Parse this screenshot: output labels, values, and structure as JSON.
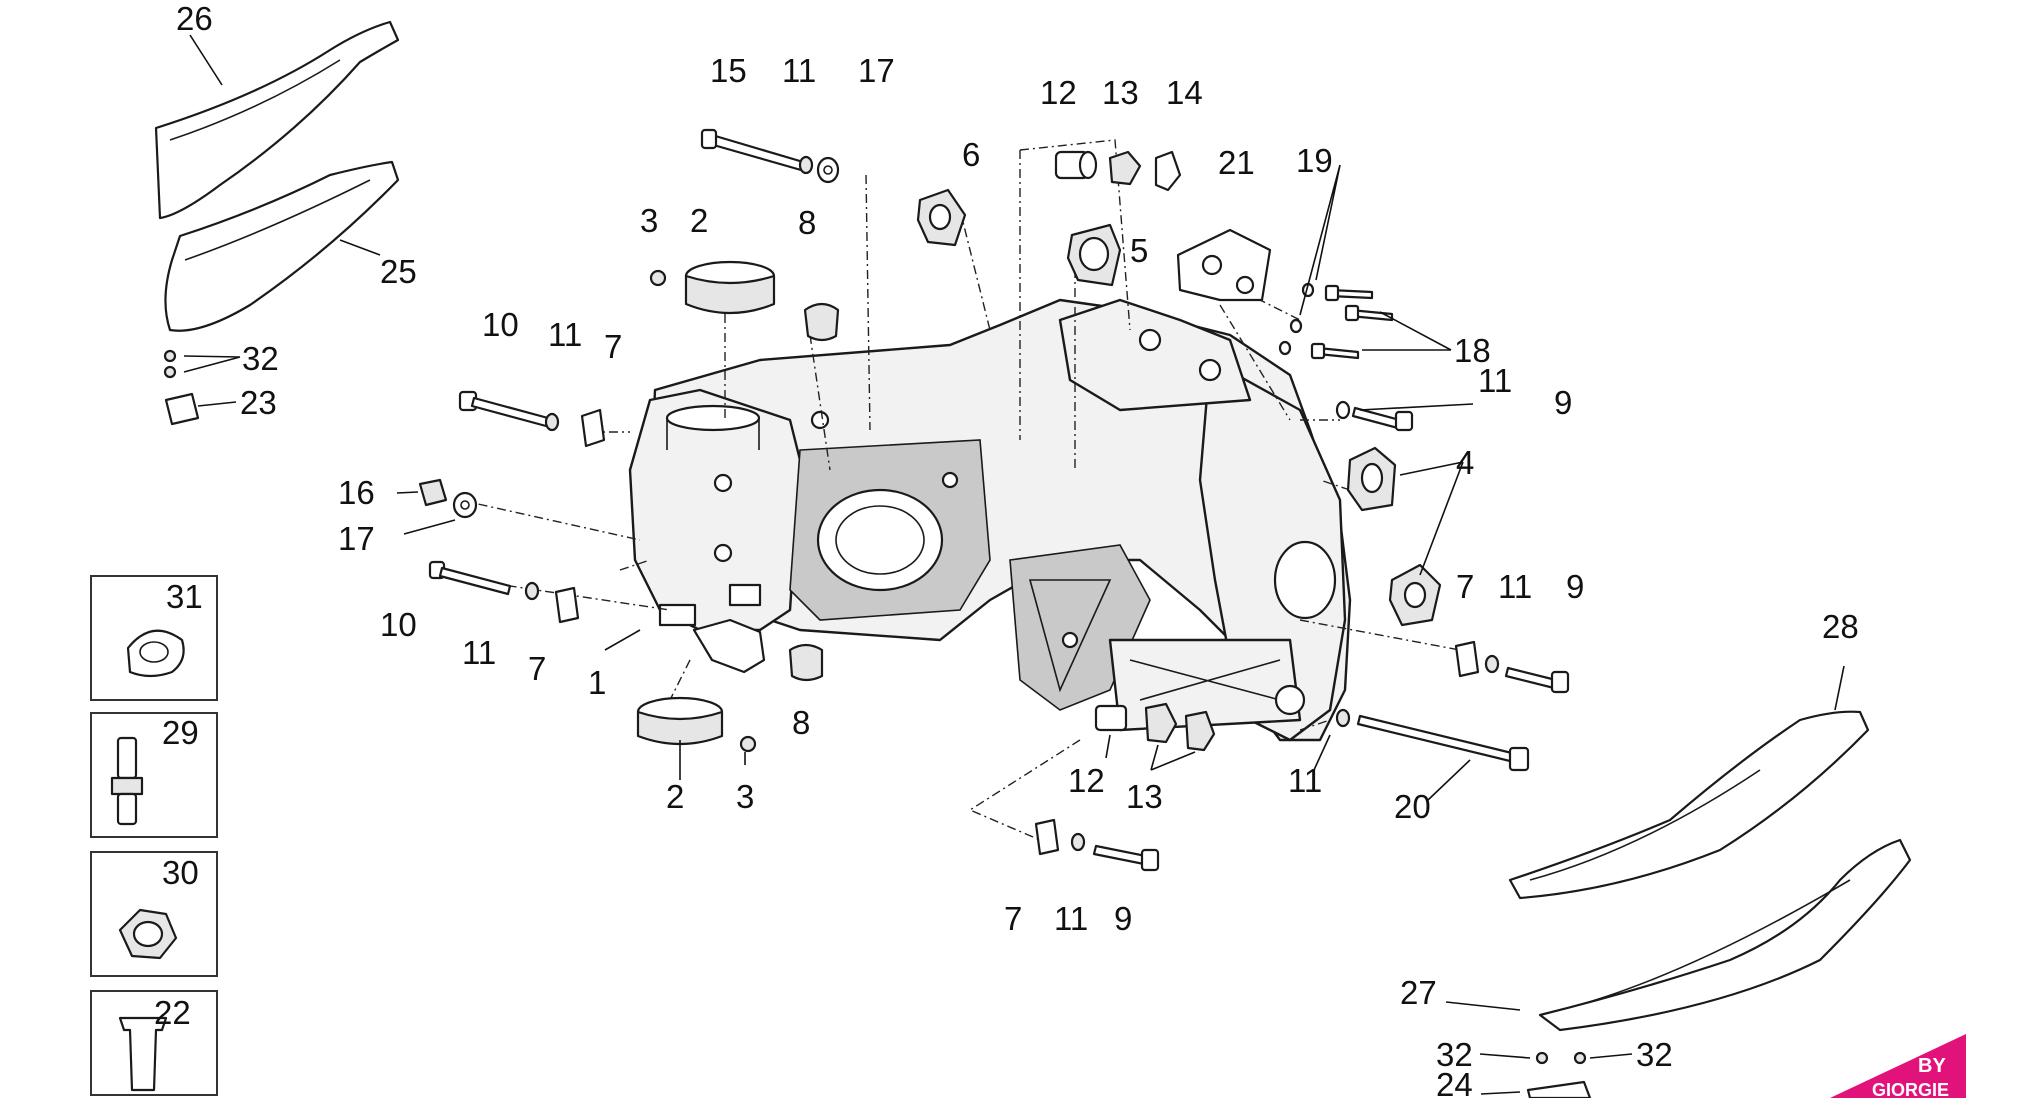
{
  "callouts": {
    "n26": "26",
    "n25": "25",
    "n32a": "32",
    "n23": "23",
    "n15": "15",
    "n11a": "11",
    "n17a": "17",
    "n12a": "12",
    "n13a": "13",
    "n14": "14",
    "n6": "6",
    "n21": "21",
    "n19": "19",
    "n5": "5",
    "n3a": "3",
    "n2a": "2",
    "n8a": "8",
    "n10a": "10",
    "n11b": "11",
    "n7a": "7",
    "n18": "18",
    "n11c": "11",
    "n9a": "9",
    "n4": "4",
    "n16": "16",
    "n17b": "17",
    "n10b": "10",
    "n11d": "11",
    "n7b": "7",
    "n1": "1",
    "n8b": "8",
    "n2b": "2",
    "n3b": "3",
    "n7c": "7",
    "n11e": "11",
    "n9b": "9",
    "n12b": "12",
    "n13b": "13",
    "n11f": "11",
    "n20": "20",
    "n28": "28",
    "n7d": "7",
    "n11g": "11",
    "n9c": "9",
    "n27": "27",
    "n32b": "32",
    "n32c": "32",
    "n24": "24",
    "n31": "31",
    "n29": "29",
    "n30": "30",
    "n22": "22"
  },
  "logo": {
    "line1": "BY",
    "line2": "GIORGIE",
    "color": "#e2127b"
  },
  "colors": {
    "ink": "#1a1a1a",
    "background": "#ffffff"
  }
}
